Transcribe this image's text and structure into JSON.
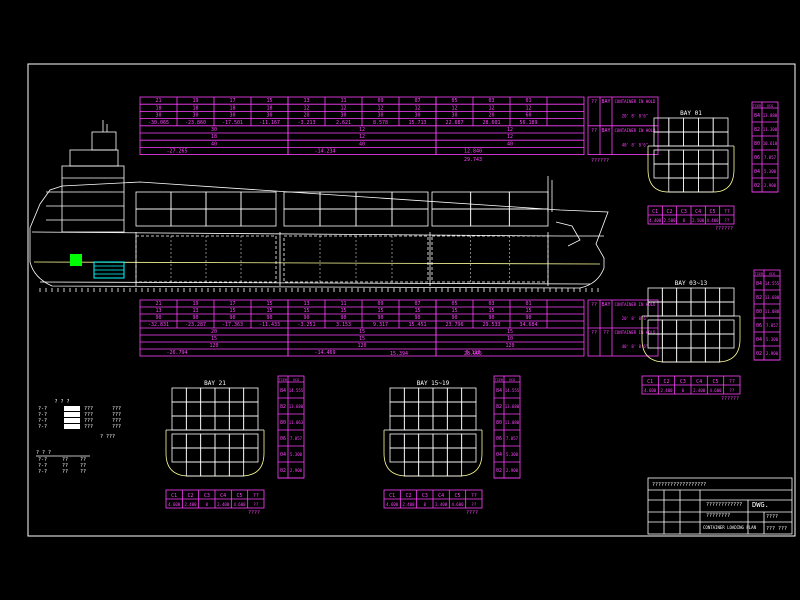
{
  "top_table": {
    "groups": [
      {
        "rows": [
          [
            "21",
            "19",
            "17",
            "15"
          ],
          [
            "18",
            "18",
            "18",
            "18"
          ],
          [
            "30",
            "30",
            "30",
            "30"
          ],
          [
            "-30.065",
            "-23.860",
            "-17.501",
            "-11.167"
          ]
        ],
        "sub": [
          "30",
          "18",
          "40"
        ],
        "total": "-27.265"
      },
      {
        "rows": [
          [
            "13",
            "11",
            "09",
            "07"
          ],
          [
            "12",
            "12",
            "12",
            "12"
          ],
          [
            "20",
            "30",
            "30",
            "30"
          ],
          [
            "-3.213",
            "2.621",
            "8.578",
            "15.713"
          ]
        ],
        "sub": [
          "12",
          "12",
          "40"
        ],
        "total": "-14.234"
      },
      {
        "rows": [
          [
            "05",
            "03",
            "01",
            ""
          ],
          [
            "12",
            "12",
            "12",
            ""
          ],
          [
            "30",
            "20",
            "60",
            ""
          ],
          [
            "22.687",
            "28.601",
            "56.189",
            ""
          ]
        ],
        "sub": [
          "12",
          "12",
          "40"
        ],
        "total": "12.840"
      }
    ],
    "side": {
      "r1": [
        "??",
        "BAY"
      ],
      "note1": "CONTAINER IN HOLD",
      "note1b": "20' 8' 8'6\"",
      "r2": [
        "??",
        "BAY"
      ],
      "note2": "CONTAINER IN HOLD",
      "note2b": "40' 8' 8'6\"",
      "q": "??????"
    },
    "extra_total": "29.743"
  },
  "bottom_table": {
    "groups": [
      {
        "rows": [
          [
            "21",
            "19",
            "17",
            "15"
          ],
          [
            "13",
            "13",
            "15",
            "15"
          ],
          [
            "90",
            "90",
            "90",
            "90"
          ],
          [
            "-32.831",
            "-23.287",
            "-17.363",
            "-11.433"
          ]
        ],
        "sub": [
          "20",
          "15",
          "120"
        ],
        "total": "-26.794"
      },
      {
        "rows": [
          [
            "13",
            "11",
            "09",
            "07"
          ],
          [
            "15",
            "15",
            "15",
            "15"
          ],
          [
            "90",
            "90",
            "90",
            "90"
          ],
          [
            "-3.251",
            "3.153",
            "9.317",
            "15.451"
          ]
        ],
        "sub": [
          "15",
          "15",
          "120"
        ],
        "total": "-14.469"
      },
      {
        "rows": [
          [
            "05",
            "03",
            "01",
            ""
          ],
          [
            "15",
            "15",
            "15",
            ""
          ],
          [
            "90",
            "90",
            "90",
            ""
          ],
          [
            "23.796",
            "29.533",
            "34.684",
            ""
          ]
        ],
        "sub": [
          "15",
          "10",
          "120"
        ],
        "total": "0.118"
      }
    ],
    "side": {
      "r1": [
        "??",
        "BAY"
      ],
      "note1": "CONTAINER IN HOLD",
      "note1b": "20' 8' 8'6\"",
      "r2": [
        "??",
        "??"
      ],
      "note2": "CONTAINER IN HOLD",
      "note2b": "40' 8' 8'6\""
    },
    "extra_totals": [
      "15.394",
      "28.995"
    ]
  },
  "bays": {
    "bay01": {
      "label": "BAY 01",
      "cols": [
        "C1",
        "C2",
        "C3",
        "C4",
        "C5",
        "??"
      ],
      "vals": [
        "4.400",
        "2.500",
        "0",
        "2.500",
        "4.400",
        "??"
      ],
      "q": "??????"
    },
    "bay0313": {
      "label": "BAY 03~13",
      "cols": [
        "C1",
        "C2",
        "C3",
        "C4",
        "C5",
        "??"
      ],
      "vals": [
        "4.600",
        "2.400",
        "0",
        "2.400",
        "4.600",
        "??"
      ],
      "q": "??????"
    },
    "bay21": {
      "label": "BAY 21",
      "cols": [
        "C1",
        "C2",
        "C3",
        "C4",
        "C5",
        "??"
      ],
      "vals": [
        "4.600",
        "2.400",
        "0",
        "2.400",
        "4.600",
        "??"
      ],
      "q": "????"
    },
    "bay1519": {
      "label": "BAY 15~19",
      "cols": [
        "C1",
        "C2",
        "C3",
        "C4",
        "C5",
        "??"
      ],
      "vals": [
        "4.600",
        "2.400",
        "0",
        "2.400",
        "4.600",
        "??"
      ],
      "q": "????"
    }
  },
  "vcg_tables": {
    "header": [
      "TIER",
      "VCG"
    ],
    "bay01": [
      [
        "84",
        "13.880"
      ],
      [
        "82",
        "11.300"
      ],
      [
        "80",
        "10.610"
      ],
      [
        "06",
        "7.857"
      ],
      [
        "04",
        "5.300"
      ],
      [
        "02",
        "2.900"
      ]
    ],
    "bay0313": [
      [
        "84",
        "14.555"
      ],
      [
        "82",
        "13.680"
      ],
      [
        "80",
        "11.080"
      ],
      [
        "06",
        "7.857"
      ],
      [
        "04",
        "5.300"
      ],
      [
        "02",
        "2.900"
      ]
    ],
    "bay21": [
      [
        "84",
        "14.555"
      ],
      [
        "82",
        "13.680"
      ],
      [
        "80",
        "11.063"
      ],
      [
        "06",
        "7.857"
      ],
      [
        "04",
        "5.300"
      ],
      [
        "02",
        "2.900"
      ]
    ],
    "bay1519": [
      [
        "84",
        "14.555"
      ],
      [
        "82",
        "13.680"
      ],
      [
        "80",
        "11.080"
      ],
      [
        "06",
        "7.857"
      ],
      [
        "04",
        "5.300"
      ],
      [
        "02",
        "2.900"
      ]
    ]
  },
  "legend": {
    "title1": "? ? ?",
    "title2": "? ? ?",
    "rows1": [
      [
        "?-?",
        "???",
        "???"
      ],
      [
        "?-?",
        "???",
        "???"
      ],
      [
        "?-?",
        "???",
        "???"
      ],
      [
        "?-?",
        "???",
        "???"
      ]
    ],
    "note1": "? ???",
    "rows2": [
      [
        "?-?",
        "??",
        "??"
      ],
      [
        "?-?",
        "??",
        "??"
      ],
      [
        "?-?",
        "??",
        "??"
      ]
    ]
  },
  "title_block": {
    "company": "??????????????????",
    "drawing_name": "????????????",
    "drawing_no": "DWG.",
    "subtitle": "????????",
    "plan_name": "CONTAINER LOADING PLAN",
    "scale": "????",
    "sheet": "??? ???"
  },
  "colors": {
    "magenta": "#ff40ff",
    "white": "#ffffff",
    "yellow": "#ffff99",
    "green": "#00ff00",
    "cyan": "#00ffff",
    "background": "#000000"
  }
}
